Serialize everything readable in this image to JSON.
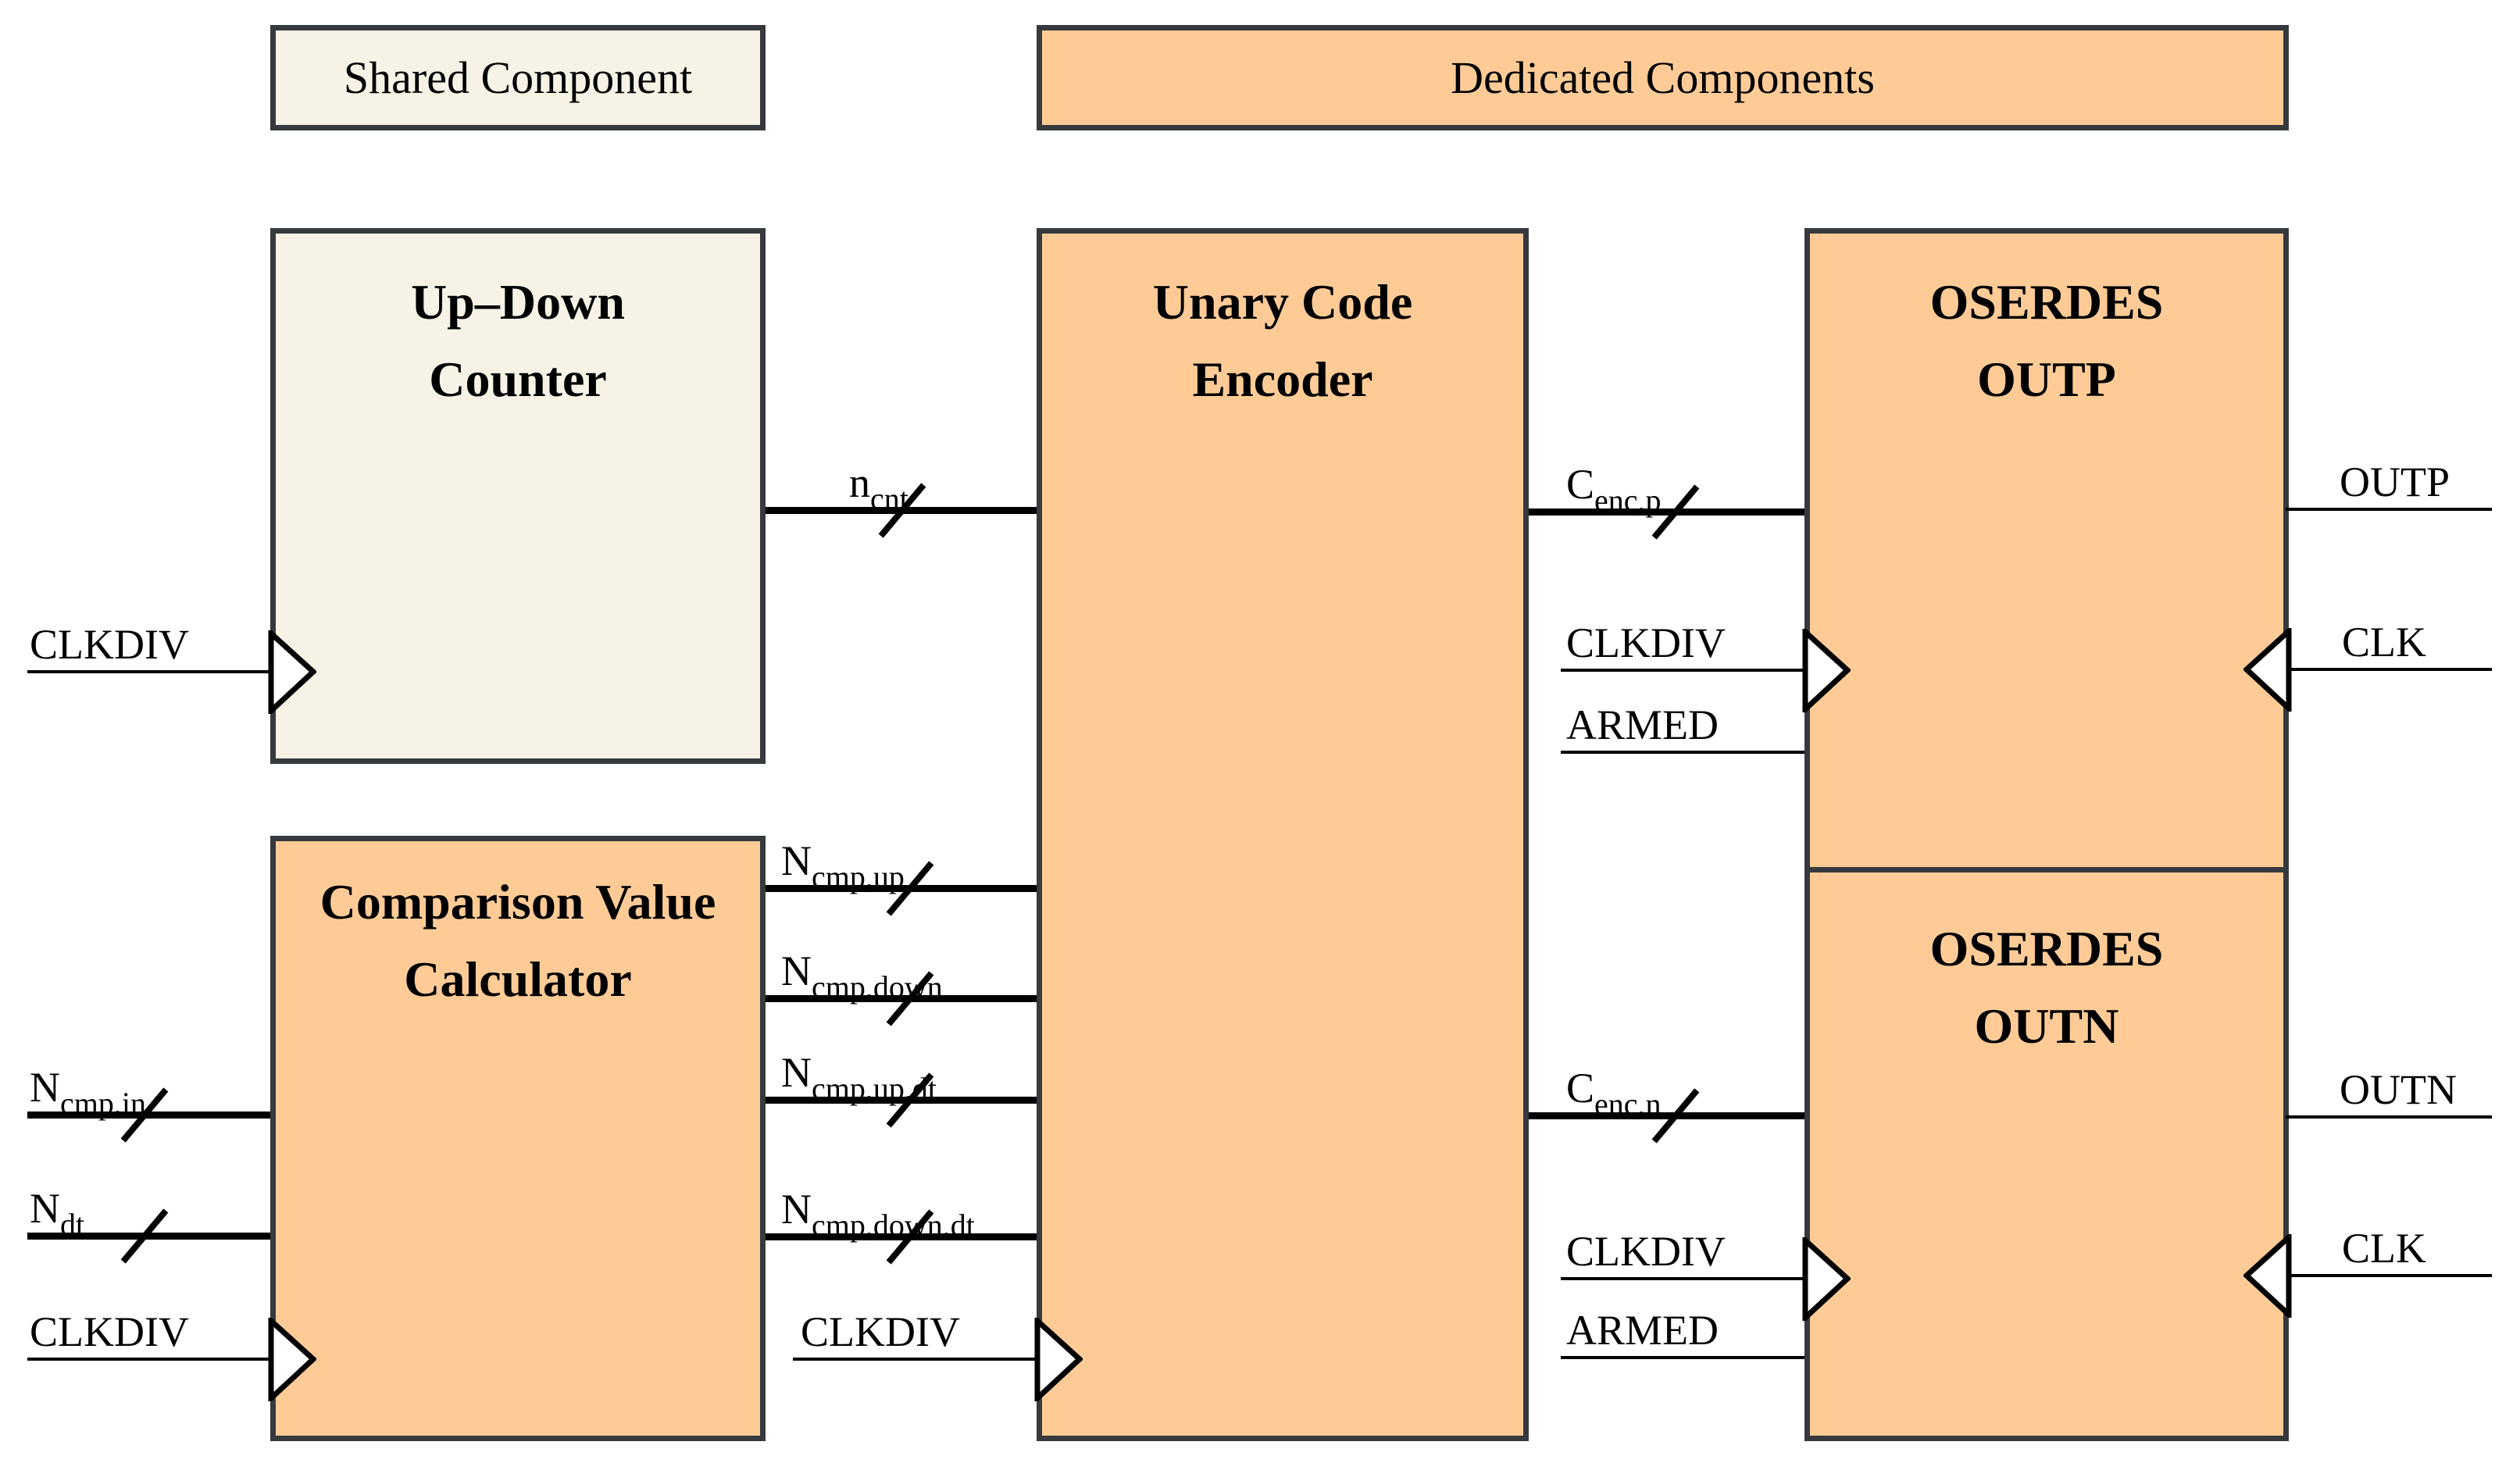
{
  "diagram": {
    "legend": {
      "shared_label": "Shared Component",
      "dedicated_label": "Dedicated Components"
    },
    "blocks": {
      "up_down_counter": {
        "title_line1": "Up–Down",
        "title_line2": "Counter"
      },
      "comparison_value_calculator": {
        "title_line1": "Comparison Value",
        "title_line2": "Calculator"
      },
      "unary_code_encoder": {
        "title_line1": "Unary Code",
        "title_line2": "Encoder"
      },
      "oserdes_outp": {
        "title_line1": "OSERDES",
        "title_line2": "OUTP"
      },
      "oserdes_outn": {
        "title_line1": "OSERDES",
        "title_line2": "OUTN"
      }
    },
    "signals": {
      "clkdiv_counter": {
        "base": "CLKDIV",
        "sub": ""
      },
      "n_cmp_in": {
        "base": "N",
        "sub": "cmp,in"
      },
      "n_dt": {
        "base": "N",
        "sub": "dt"
      },
      "clkdiv_cvc": {
        "base": "CLKDIV",
        "sub": ""
      },
      "n_cnt": {
        "base": "n",
        "sub": "cnt"
      },
      "n_cmp_up": {
        "base": "N",
        "sub": "cmp,up"
      },
      "n_cmp_down": {
        "base": "N",
        "sub": "cmp,down"
      },
      "n_cmp_up_dt": {
        "base": "N",
        "sub": "cmp,up,dt"
      },
      "n_cmp_down_dt": {
        "base": "N",
        "sub": "cmp,down,dt"
      },
      "clkdiv_encoder": {
        "base": "CLKDIV",
        "sub": ""
      },
      "c_enc_p": {
        "base": "C",
        "sub": "enc,p"
      },
      "clkdiv_outp": {
        "base": "CLKDIV",
        "sub": ""
      },
      "armed_outp": {
        "base": "ARMED",
        "sub": ""
      },
      "c_enc_n": {
        "base": "C",
        "sub": "enc,n"
      },
      "clkdiv_outn": {
        "base": "CLKDIV",
        "sub": ""
      },
      "armed_outn": {
        "base": "ARMED",
        "sub": ""
      },
      "outp": {
        "base": "OUTP",
        "sub": ""
      },
      "clk_outp": {
        "base": "CLK",
        "sub": ""
      },
      "outn": {
        "base": "OUTN",
        "sub": ""
      },
      "clk_outn": {
        "base": "CLK",
        "sub": ""
      }
    },
    "colors": {
      "shared_fill": "#F6F2E6",
      "dedicated_fill": "#FECB97",
      "border": "#36393E",
      "wire": "#000000"
    }
  }
}
